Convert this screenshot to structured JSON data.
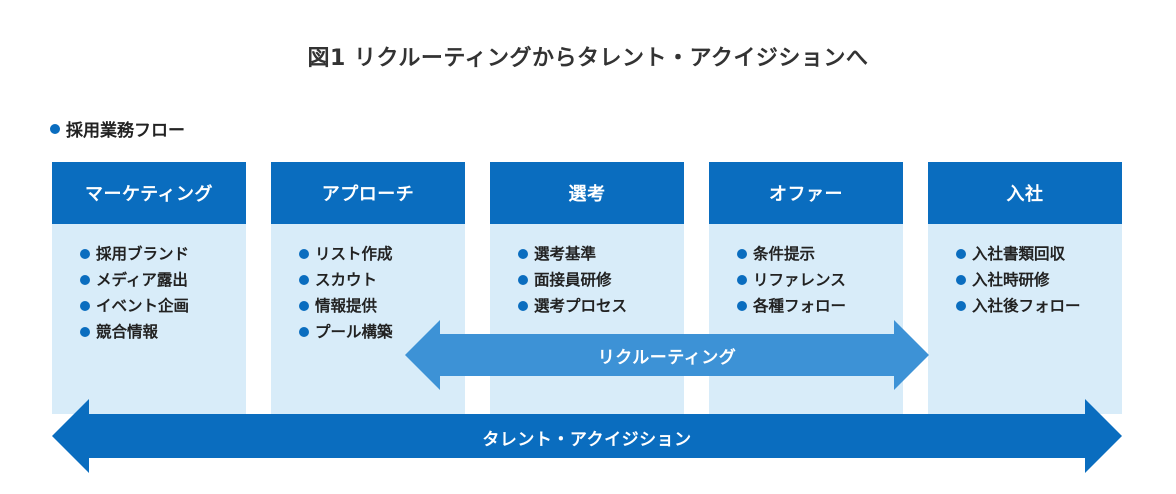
{
  "title": "図1 リクルーティングからタレント・アクイジションへ",
  "subtitle": "採用業務フロー",
  "columns": [
    {
      "header": "マーケティング",
      "items": [
        "採用ブランド",
        "メディア露出",
        "イベント企画",
        "競合情報"
      ]
    },
    {
      "header": "アプローチ",
      "items": [
        "リスト作成",
        "スカウト",
        "情報提供",
        "プール構築"
      ]
    },
    {
      "header": "選考",
      "items": [
        "選考基準",
        "面接員研修",
        "選考プロセス"
      ]
    },
    {
      "header": "オファー",
      "items": [
        "条件提示",
        "リファレンス",
        "各種フォロー"
      ]
    },
    {
      "header": "入社",
      "items": [
        "入社書類回収",
        "入社時研修",
        "入社後フォロー"
      ]
    }
  ],
  "arrows": {
    "recruiting": "リクルーティング",
    "talent_acquisition": "タレント・アクイジション"
  },
  "colors": {
    "header_blue": "#0a6dbf",
    "panel_light": "#d8ecf9",
    "recruiting_arrow": "#3d92d6",
    "ta_arrow": "#0a6dbf"
  }
}
